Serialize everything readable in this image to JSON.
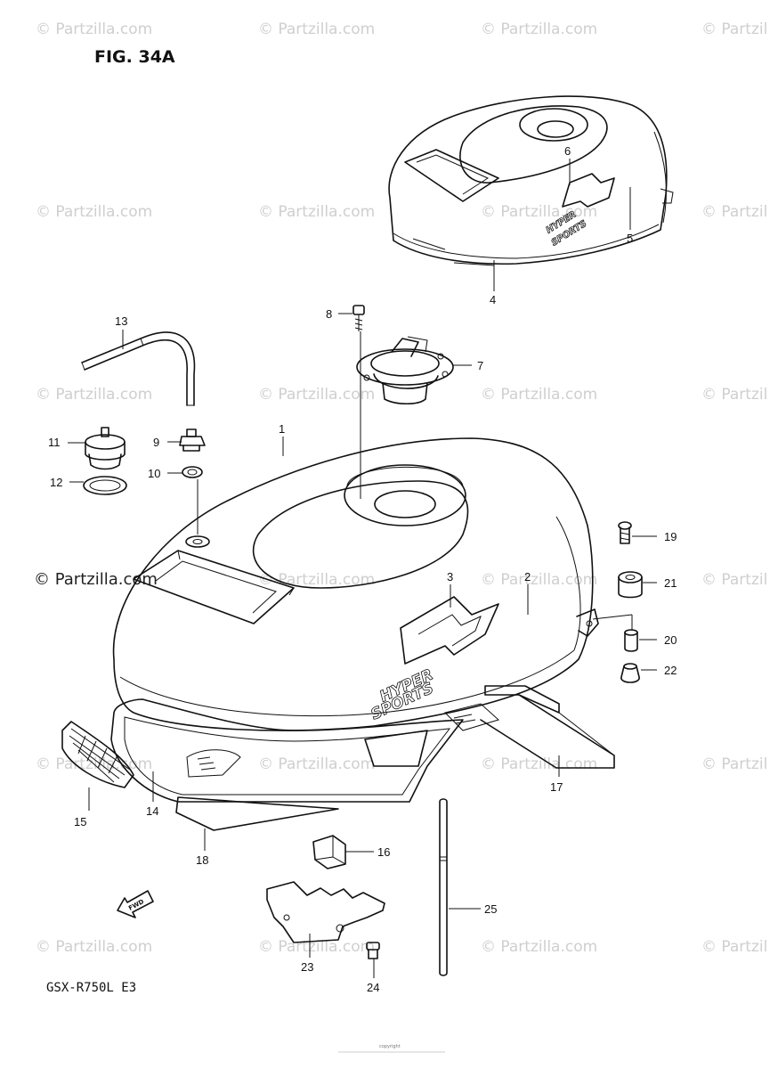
{
  "figure_title": "FIG. 34A",
  "model_code": "GSX-R750L E3",
  "watermark": "© Partzilla.com",
  "watermark_clipped": "© Partzil",
  "decal_text_1": "HYPER",
  "decal_text_2": "SPORTS",
  "fwd_label": "FWD",
  "footer_fine_print": "copyright",
  "callouts": {
    "c1": "1",
    "c2": "2",
    "c3": "3",
    "c4": "4",
    "c5": "5",
    "c6": "6",
    "c7": "7",
    "c8": "8",
    "c9": "9",
    "c10": "10",
    "c11": "11",
    "c12": "12",
    "c13": "13",
    "c14": "14",
    "c15": "15",
    "c16": "16",
    "c17": "17",
    "c18": "18",
    "c19": "19",
    "c20": "20",
    "c21": "21",
    "c22": "22",
    "c23": "23",
    "c24": "24",
    "c25": "25"
  }
}
